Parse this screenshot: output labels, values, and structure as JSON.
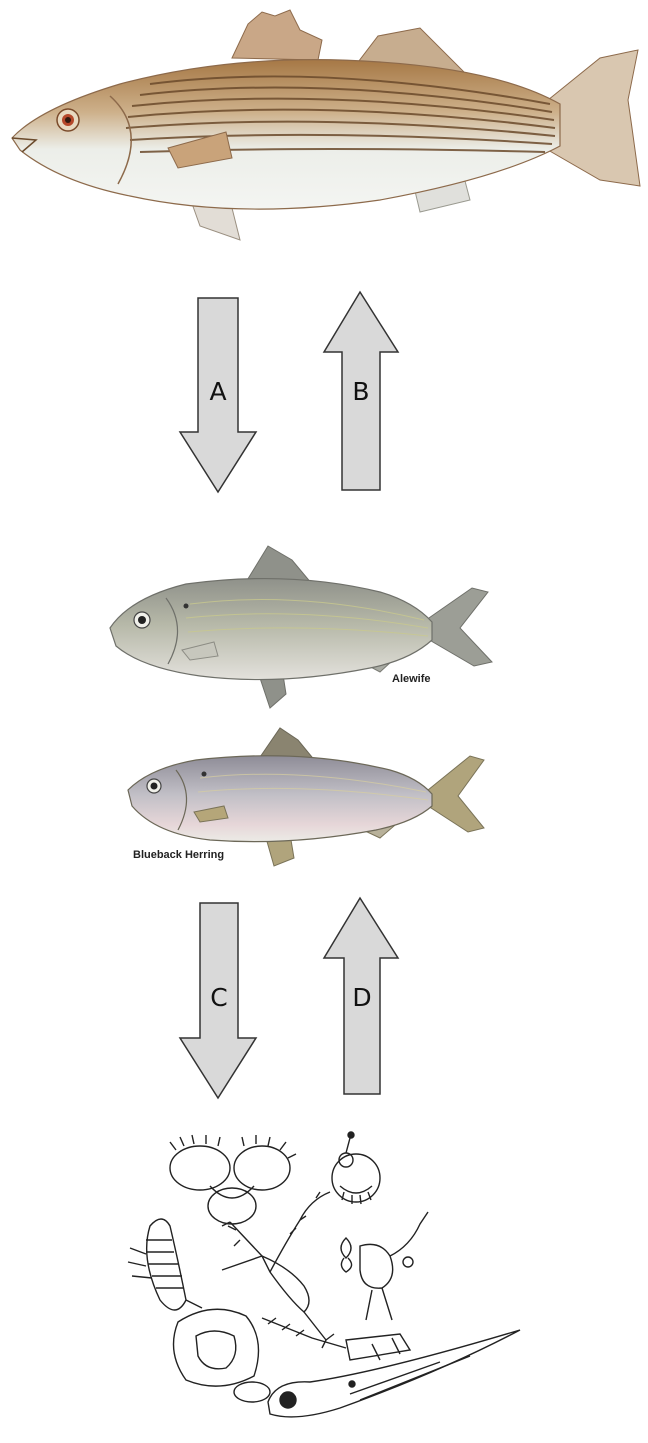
{
  "arrows": {
    "a": {
      "label": "A",
      "direction": "down"
    },
    "b": {
      "label": "B",
      "direction": "up"
    },
    "c": {
      "label": "C",
      "direction": "down"
    },
    "d": {
      "label": "D",
      "direction": "up"
    }
  },
  "organisms": {
    "striped_bass": {
      "label": ""
    },
    "alewife": {
      "label": "Alewife"
    },
    "blueback_herring": {
      "label": "Blueback Herring"
    },
    "zooplankton": {
      "label": ""
    }
  },
  "colors": {
    "arrow_fill": "#d9d9d9",
    "arrow_stroke": "#333333",
    "bass_stripe": "#6b4a2b",
    "bass_back": "#b08358",
    "bass_belly": "#eef0ec",
    "herring_back": "#a3a59d",
    "herring_belly": "#dcdcd6",
    "ink": "#222222"
  }
}
